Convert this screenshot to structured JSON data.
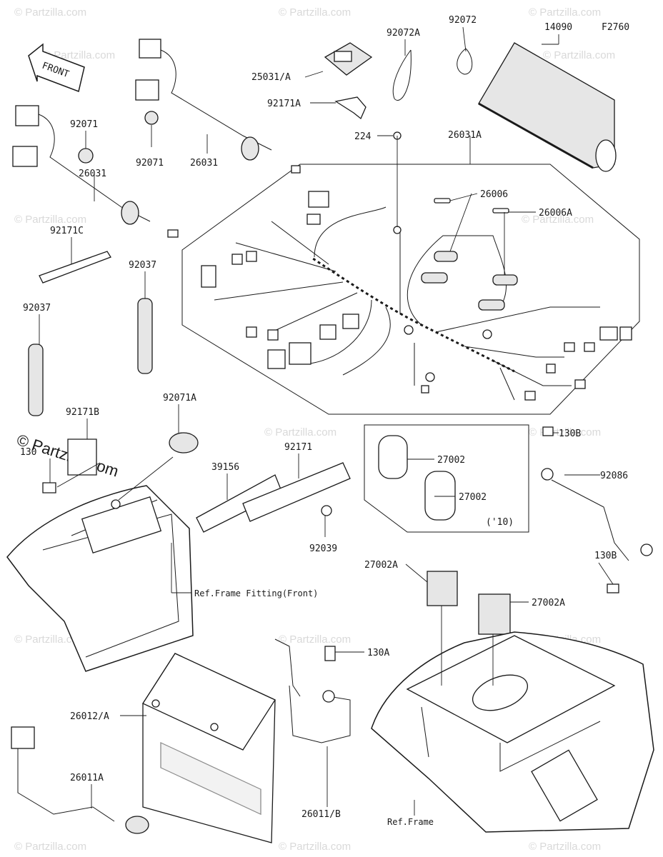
{
  "figure_code": "F2760",
  "front_label": "FRONT",
  "watermark": "© Partzilla.com",
  "watermark_small": "© Partzilla.com",
  "labels": {
    "p92072A": "92072A",
    "p92072": "92072",
    "p14090": "14090",
    "p25031A": "25031/A",
    "p92171A": "92171A",
    "p224": "224",
    "p26031A": "26031A",
    "p92071_a": "92071",
    "p92071_b": "92071",
    "p26031_a": "26031",
    "p26031_b": "26031",
    "p26006": "26006",
    "p26006A": "26006A",
    "p92171C": "92171C",
    "p92037_a": "92037",
    "p92037_b": "92037",
    "p92071A": "92071A",
    "p92171B": "92171B",
    "p130_a": "130",
    "p39156": "39156",
    "p92171": "92171",
    "p92039": "92039",
    "p27002_a": "27002",
    "p27002_b": "27002",
    "p10": "('10)",
    "p130B_a": "130B",
    "p92086": "92086",
    "p130B_b": "130B",
    "p27002A_a": "27002A",
    "p27002A_b": "27002A",
    "pRefFront": "Ref.Frame Fitting(Front)",
    "p130A": "130A",
    "p26012A": "26012/A",
    "p26011A": "26011A",
    "p26011B": "26011/B",
    "pRefFrame": "Ref.Frame"
  }
}
